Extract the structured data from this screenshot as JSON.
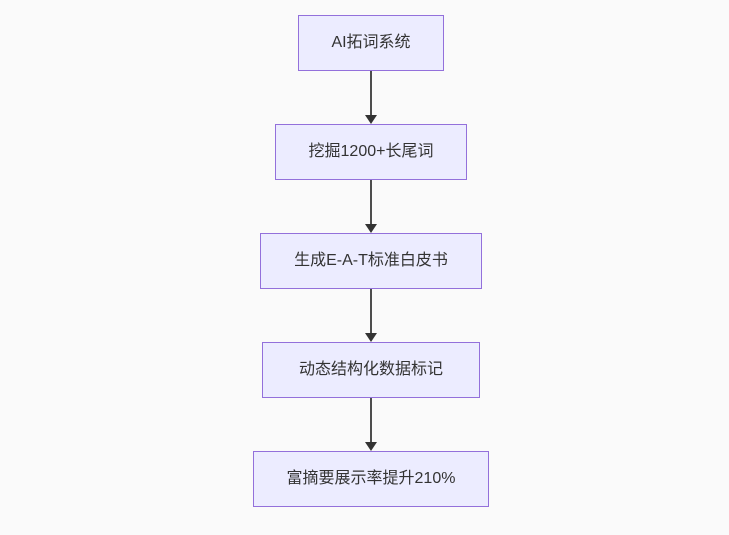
{
  "canvas": {
    "background_color": "#fafafa"
  },
  "flowchart": {
    "type": "flowchart",
    "direction": "top-down",
    "node_fill_color": "#ececff",
    "node_border_color": "#9370db",
    "node_text_color": "#333333",
    "edge_color": "#4d4d4d",
    "arrowhead_color": "#333333",
    "nodes": [
      {
        "id": "n1",
        "label": "AI拓词系统"
      },
      {
        "id": "n2",
        "label": "挖掘1200+长尾词"
      },
      {
        "id": "n3",
        "label": "生成E-A-T标准白皮书"
      },
      {
        "id": "n4",
        "label": "动态结构化数据标记"
      },
      {
        "id": "n5",
        "label": "富摘要展示率提升210%"
      }
    ],
    "edges": [
      {
        "from": "n1",
        "to": "n2"
      },
      {
        "from": "n2",
        "to": "n3"
      },
      {
        "from": "n3",
        "to": "n4"
      },
      {
        "from": "n4",
        "to": "n5"
      }
    ]
  }
}
